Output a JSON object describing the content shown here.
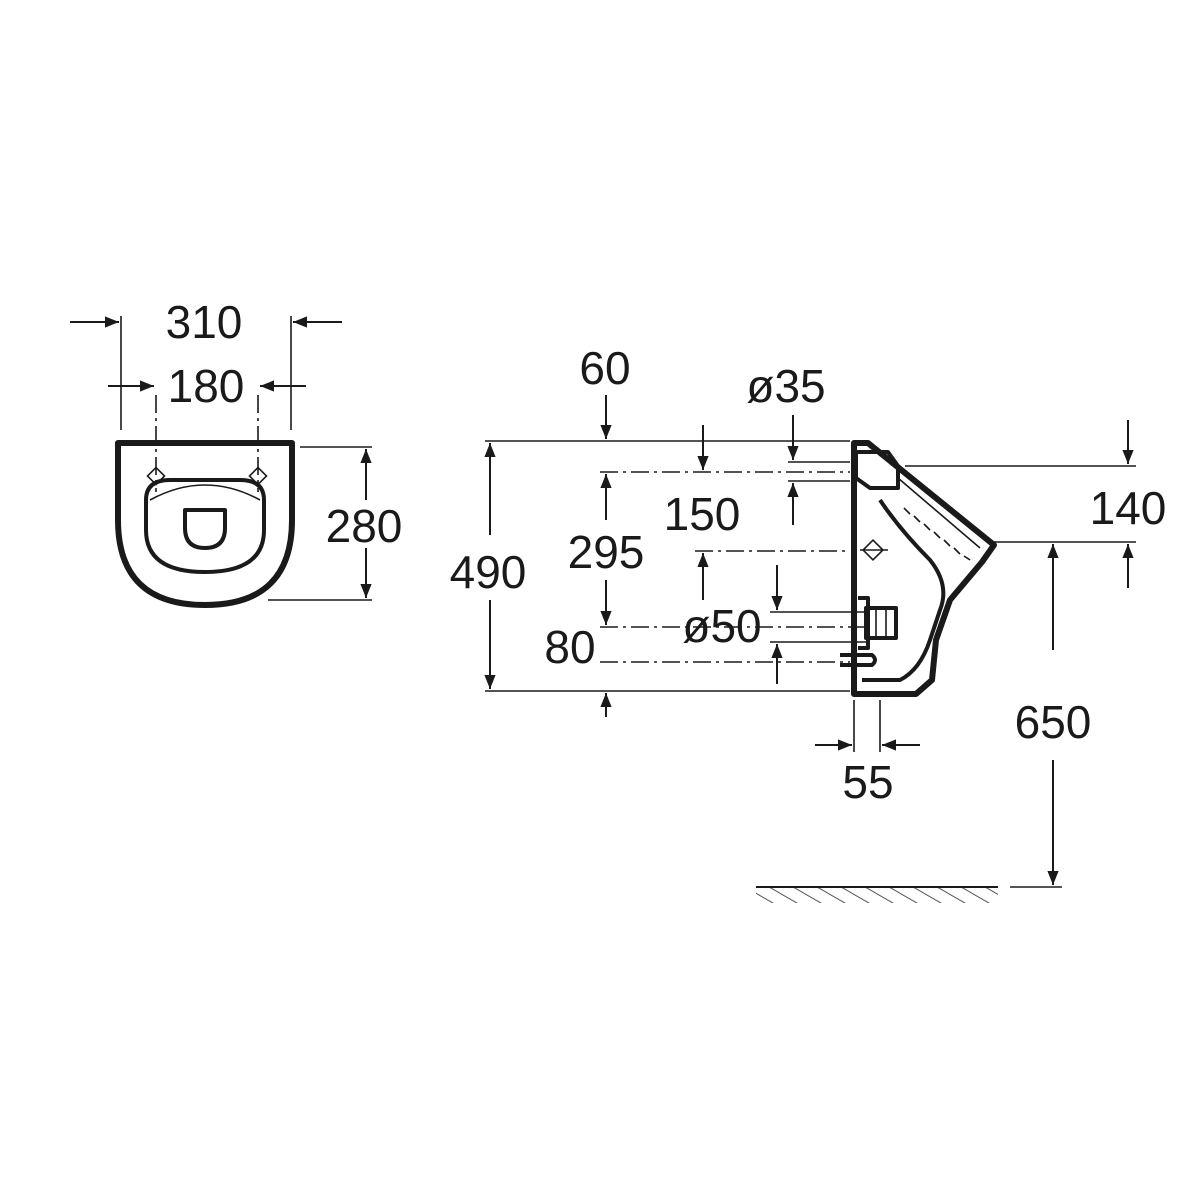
{
  "front_view": {
    "overall_width": "310",
    "fixing_spacing": "180",
    "depth": "280"
  },
  "side_view": {
    "dim_60": "60",
    "inlet_diameter": "ø35",
    "dim_150": "150",
    "dim_295": "295",
    "overall_height": "490",
    "outlet_diameter": "ø50",
    "dim_80": "80",
    "projection_top": "140",
    "wall_offset": "55",
    "floor_height": "650"
  }
}
